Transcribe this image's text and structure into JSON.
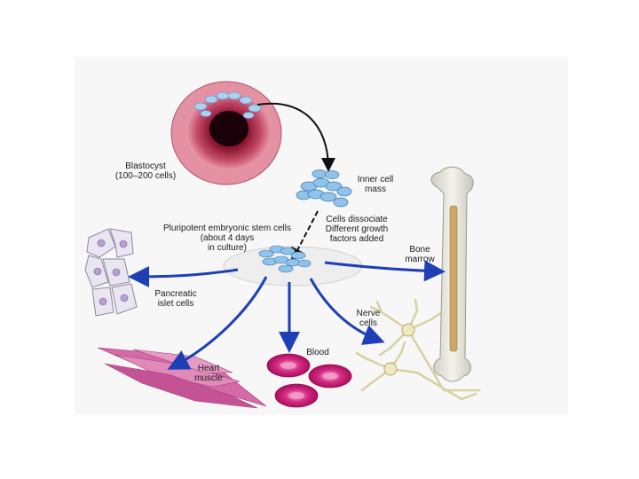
{
  "labels": {
    "blastocyst": [
      "Blastocyst",
      "(100–200 cells)"
    ],
    "inner_cell_mass": [
      "Inner cell",
      "mass"
    ],
    "dissociate": [
      "Cells dissociate",
      "Different growth",
      "factors added"
    ],
    "pluripotent": [
      "Pluripotent embryonic stem cells",
      "(about 4 days",
      "in culture)"
    ],
    "bone_marrow": [
      "Bone",
      "marrow"
    ],
    "pancreatic": [
      "Pancreatic",
      "islet cells"
    ],
    "nerve": [
      "Nerve",
      "cells"
    ],
    "blood": [
      "Blood"
    ],
    "heart": [
      "Heart",
      "muscle"
    ]
  },
  "colors": {
    "arrow": "#1f3fb6",
    "blastocyst_outer": "#e0879a",
    "blastocyst_inner": "#8a1530",
    "stem_cell": "#8fc3ea",
    "blood_cell": "#c2186b",
    "heart_muscle": "#cc5aa0",
    "bone": "#ecebe2",
    "marrow": "#c9a86a",
    "nerve": "#e8e2b8",
    "islet_cell": "#e6e2ee"
  }
}
